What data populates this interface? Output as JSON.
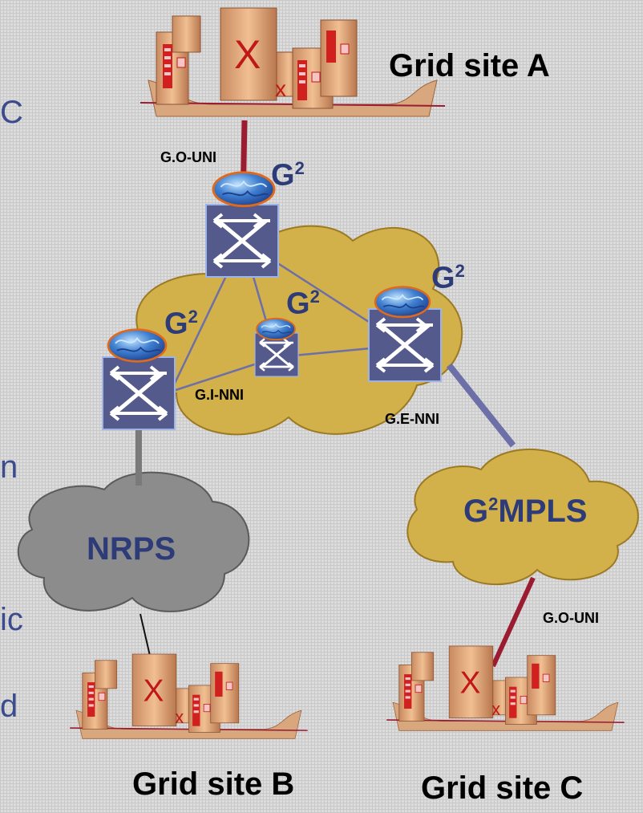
{
  "sites": {
    "a": "Grid site A",
    "b": "Grid site B",
    "c": "Grid site C"
  },
  "nodes": {
    "g2_label": "G",
    "g2_sup": "2"
  },
  "interfaces": {
    "ouni_a": "G.O-UNI",
    "inni": "G.I-NNI",
    "enni": "G.E-NNI",
    "ouni_c": "G.O-UNI"
  },
  "clouds": {
    "nrps": "NRPS",
    "g2mpls_g": "G",
    "g2mpls_sup": "2",
    "g2mpls_rest": "MPLS"
  },
  "edge_fragments": [
    "C",
    "n",
    "ic",
    "d"
  ],
  "colors": {
    "cloud_yellow": "#d2b04a",
    "cloud_gray": "#8c8c8c",
    "switch_fill": "#555a8c",
    "link_red": "#9b1b30",
    "link_blue": "#6d6fa8",
    "text_blue": "#2d3b78"
  }
}
